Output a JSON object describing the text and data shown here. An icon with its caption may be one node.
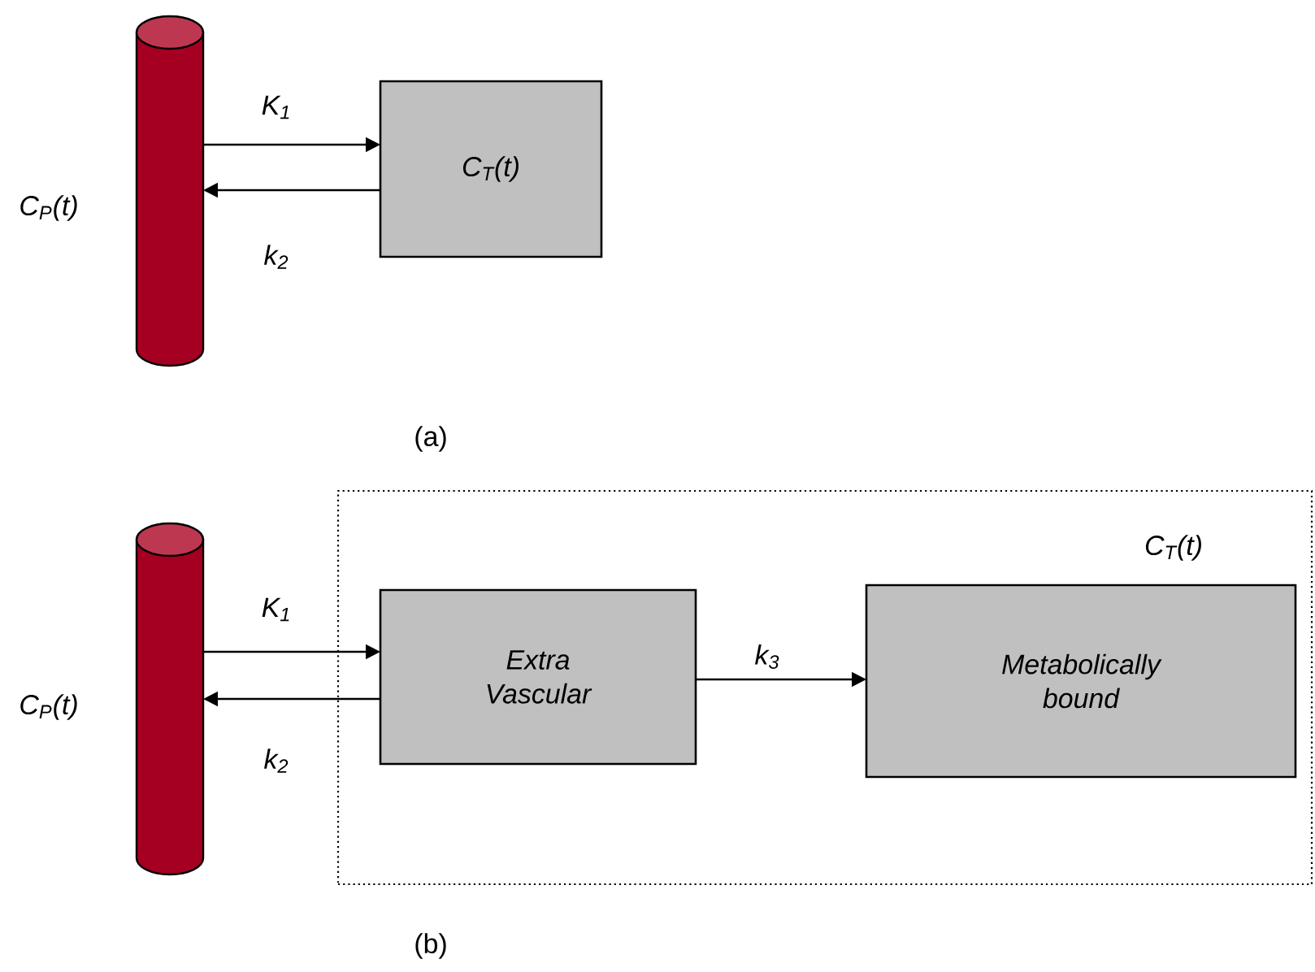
{
  "diagram": {
    "nodes": [
      {
        "text": [],
        "shape": "cylinder",
        "beside": [
          "C$_{P}$(t)"
        ]
      },
      {
        "text": [
          "C$_{T}$(t)"
        ]
      },
      {
        "text": [],
        "shape": "cylinder",
        "beside": [
          "C$_{P}$(t)"
        ]
      },
      {
        "text": [
          "C$_{T}$(t)"
        ]
      },
      {
        "text": [
          "Extra Vascular"
        ],
        "in": 3
      },
      {
        "text": [
          "Metabolically bound"
        ],
        "in": 3
      }
    ],
    "edges": [
      {
        "from": 0,
        "to": 1,
        "arrow": "to",
        "label": "K$_{1}$"
      },
      {
        "from": 1,
        "to": 0,
        "arrow": "to",
        "label": "k$_{2}$"
      },
      {
        "from": 2,
        "to": 4,
        "arrow": "to",
        "label": "K$_{1}$"
      },
      {
        "from": 4,
        "to": 2,
        "arrow": "to",
        "label": "k$_{2}$"
      },
      {
        "from": 4,
        "to": 5,
        "arrow": "to",
        "label": "k$_{3}$"
      }
    ],
    "labels": [
      "(a)",
      "(b)"
    ]
  }
}
